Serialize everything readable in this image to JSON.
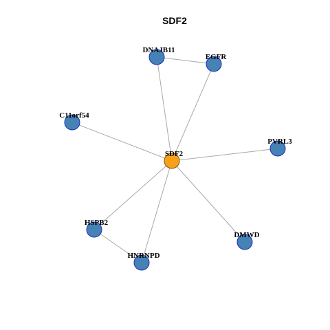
{
  "title": "SDF2",
  "colors": {
    "hub_fill": "#f7a11a",
    "hub_stroke": "#7a5200",
    "node_fill": "#4682b4",
    "node_stroke": "#1b2fb8",
    "edge": "#a8a8a8"
  },
  "nodes": [
    {
      "id": "SDF2",
      "label": "SDF2",
      "hub": true
    },
    {
      "id": "DNAJB11",
      "label": "DNAJB11",
      "hub": false
    },
    {
      "id": "EGFR",
      "label": "EGFR",
      "hub": false
    },
    {
      "id": "C11orf54",
      "label": "C11orf54",
      "hub": false
    },
    {
      "id": "PVRL3",
      "label": "PVRL3",
      "hub": false
    },
    {
      "id": "HSPB2",
      "label": "HSPB2",
      "hub": false
    },
    {
      "id": "HNRNPD",
      "label": "HNRNPD",
      "hub": false
    },
    {
      "id": "DMWD",
      "label": "DMWD",
      "hub": false
    }
  ],
  "edges": [
    [
      "SDF2",
      "DNAJB11"
    ],
    [
      "SDF2",
      "EGFR"
    ],
    [
      "SDF2",
      "C11orf54"
    ],
    [
      "SDF2",
      "PVRL3"
    ],
    [
      "SDF2",
      "HSPB2"
    ],
    [
      "SDF2",
      "HNRNPD"
    ],
    [
      "SDF2",
      "DMWD"
    ],
    [
      "DNAJB11",
      "EGFR"
    ],
    [
      "HSPB2",
      "HNRNPD"
    ]
  ]
}
